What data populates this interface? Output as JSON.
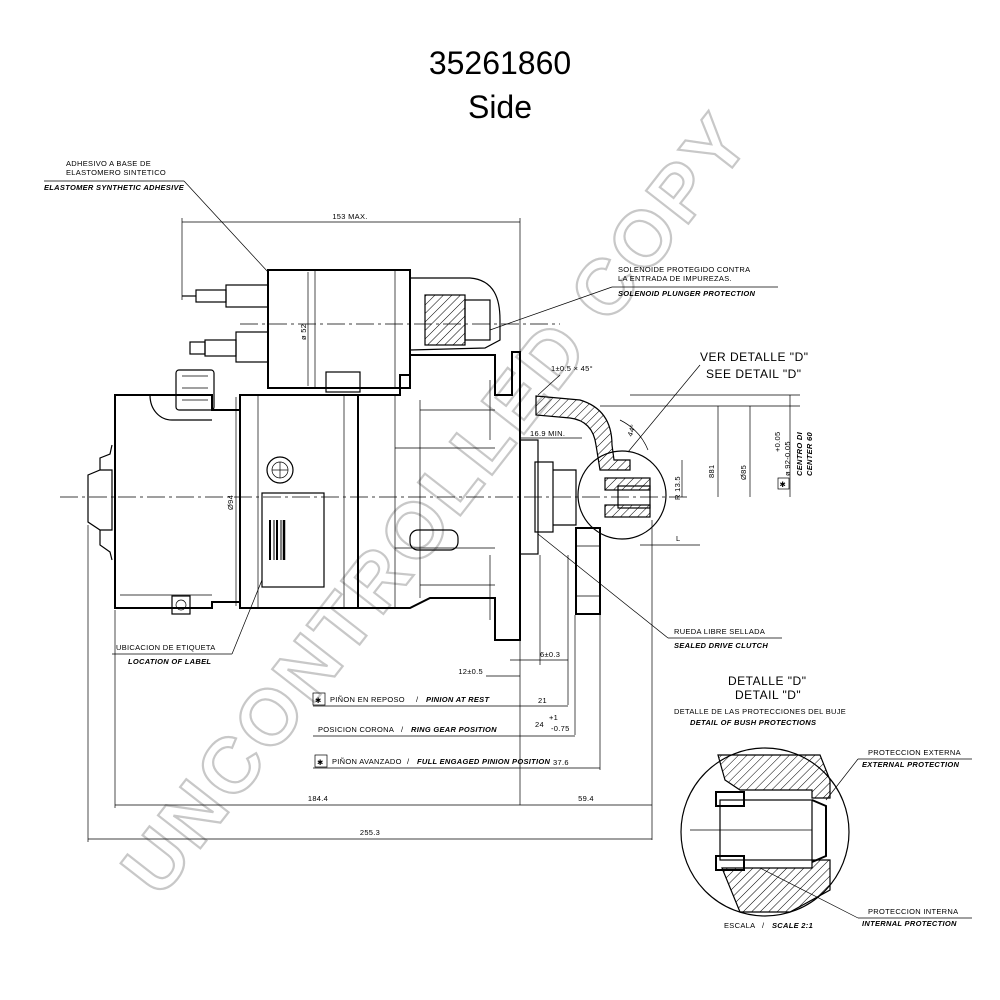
{
  "header": {
    "part_number": "35261860",
    "view": "Side"
  },
  "watermark": "UNCONTROLLED COPY",
  "callouts": {
    "adhesive": [
      "ADHESIVO A BASE DE",
      "ELASTOMERO SINTETICO",
      "ELASTOMER SYNTHETIC ADHESIVE"
    ],
    "solenoid": [
      "SOLENOIDE PROTEGIDO CONTRA",
      "LA ENTRADA DE IMPUREZAS.",
      "SOLENOID PLUNGER PROTECTION"
    ],
    "label_location": [
      "UBICACION DE ETIQUETA",
      "LOCATION OF LABEL"
    ],
    "drive_clutch": [
      "RUEDA LIBRE SELLADA",
      "SEALED DRIVE CLUTCH"
    ],
    "ver_detalle": "VER DETALLE \"D\"",
    "see_detail": "SEE DETAIL \"D\""
  },
  "dimensions": {
    "d153": "153 MAX.",
    "d52": "ø 52",
    "d94": "Ø94",
    "chamfer": "1±0.5 × 45°",
    "d16_9": "16.9 MIN.",
    "angle": "44°",
    "d881": "881",
    "d85": "Ø85",
    "d92": "ø 92-0.05",
    "tol": "+0.05",
    "centro": "CENTRO DI",
    "center": "CENTER 60",
    "r13_5": "R 13.5",
    "l": "L",
    "d12": "12±0.5",
    "d6": "6±0.3",
    "d21": "21",
    "d24": "24",
    "d24_tol_up": "+1",
    "d24_tol_dn": "-0.75",
    "d37_6": "37.6",
    "d184_4": "184.4",
    "d59_4": "59.4",
    "d255_3": "255.3"
  },
  "positions": {
    "rest": {
      "es": "PIÑON EN REPOSO",
      "sep": "/",
      "en": "PINION AT REST"
    },
    "ring": {
      "es": "POSICION CORONA",
      "sep": "/",
      "en": "RING GEAR POSITION"
    },
    "engaged": {
      "es": "PIÑON AVANZADO",
      "sep": "/",
      "en": "FULL ENGAGED PINION POSITION"
    }
  },
  "detail": {
    "title_es": "DETALLE \"D\"",
    "title_en": "DETAIL \"D\"",
    "sub_es": "DETALLE DE LAS PROTECCIONES DEL BUJE",
    "sub_en": "DETAIL OF BUSH PROTECTIONS",
    "ext_es": "PROTECCION EXTERNA",
    "ext_en": "EXTERNAL PROTECTION",
    "int_es": "PROTECCION INTERNA",
    "int_en": "INTERNAL PROTECTION",
    "scale_es": "ESCALA",
    "scale_sep": "/",
    "scale_en": "SCALE 2:1"
  }
}
